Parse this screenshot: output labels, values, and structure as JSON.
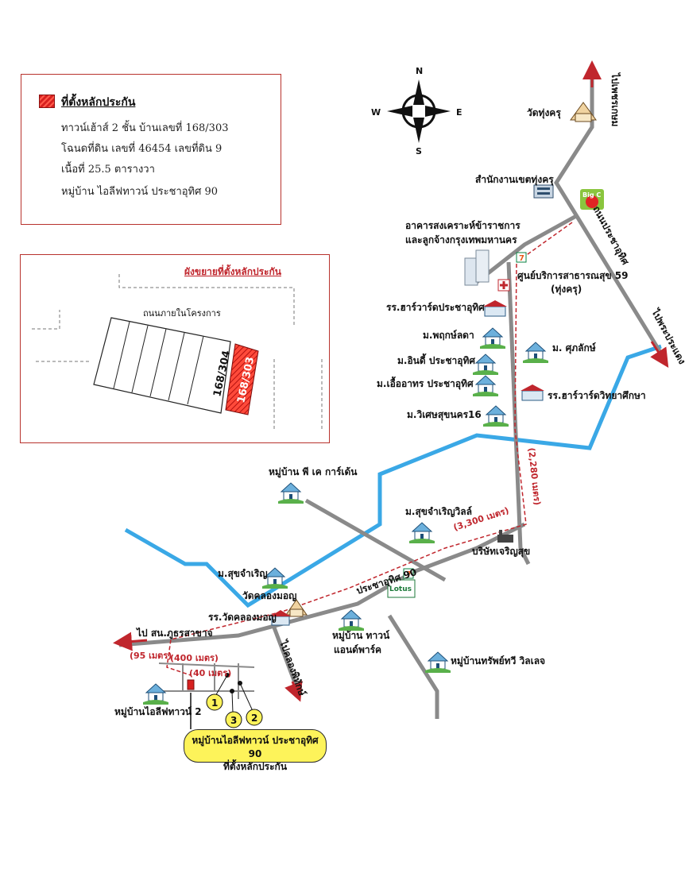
{
  "legend": {
    "title": "ที่ตั้งหลักประกัน",
    "lines": [
      "ทาวน์เฮ้าส์ 2 ชั้น บ้านเลขที่ 168/303",
      "โฉนดที่ดิน เลขที่ 46454 เลขที่ดิน 9",
      "เนื้อที่ 25.5 ตารางวา",
      "หมู่บ้าน ไอลีฟทาวน์ ประชาอุทิศ 90"
    ],
    "swatch_color": "#d7201f"
  },
  "inset": {
    "title": "ผังขยายที่ตั้งหลักประกัน",
    "road_label": "ถนนภายในโครงการ",
    "plot_neighbor": "168/304",
    "plot_target": "168/303"
  },
  "compass": {
    "n": "N",
    "s": "S",
    "e": "E",
    "w": "W"
  },
  "places": {
    "wat_thung_khru": "วัดทุ่งครุ",
    "to_phetkasem": "ไปเพชรเกษม",
    "district_office": "สำนักงานเขตทุ่งครุ",
    "elderly_home_1": "อาคารสงเคราะห์ข้าราชการ",
    "elderly_home_2": "และลูกจ้างกรุงเทพมหานคร",
    "health_center": "ศูนย์บริการสาธารณสุข 59",
    "health_center_sub": "(ทุ่งครุ)",
    "road_prachauthit": "ถนนประชาอุทิศ",
    "to_phra_pradaeng": "ไปพระประแดง",
    "school_prachauthit": "รร.ฮาร์วาร์ดประชาอุทิศ",
    "m_phruksa": "ม.พฤกษ์ลดา",
    "m_sukon": "ม. ศุภลักษ์",
    "m_indy": "ม.อินดี้ ประชาอุทิศ",
    "m_eua": "ม.เอื้ออาทร ประชาอุทิศ",
    "school_witthayasuksa": "รร.ฮาร์วาร์ดวิทยาศึกษา",
    "m_wisetsuk": "ม.วิเศษสุขนคร16",
    "pk_garden": "หมู่บ้าน พี เค การ์เด้น",
    "m_sukjaroen_ville": "ม.สุขจำเริญวิลล์",
    "company": "บริษัทเจริญสุข",
    "m_sukjaroen": "ม.สุขจำเริญ",
    "road_pu90": "ประชาอุทิศ 90",
    "wat_khlong": "วัดคลองมอญ",
    "school_wat_khlong": "รร.วัดคลองมอญ",
    "to_ku_thong": "ไป สน.ภูธรสาขาจ",
    "to_thungkhru_canal": "ไปคลองพิทักษ์",
    "m_townplus_1": "หมู่บ้าน ทาวน์",
    "m_townplus_2": "แอนด์พาร์ค",
    "m_sap_thawi": "หมู่บ้านทรัพย์ทวี วิลเลจ",
    "ilife_2": "หมู่บ้านไอลีฟทาวน์ 2",
    "callout_1": "หมู่บ้านไอลีฟทาวน์ ประชาอุทิศ 90",
    "callout_2": "ที่ตั้งหลักประกัน"
  },
  "distances": {
    "d1": "(2,280 เมตร)",
    "d2": "(3,300 เมตร)",
    "d3": "(95 เมตร)",
    "d4": "(400 เมตร)",
    "d5": "(40 เมตร)"
  },
  "markers": [
    "1",
    "2",
    "3"
  ],
  "store_labels": {
    "bigc": "Big C",
    "lotus": "Lotus",
    "seven": "7"
  },
  "colors": {
    "road": "#8a8a8a",
    "canal": "#3aa8e6",
    "route": "#c0262d",
    "house": "#4a8fc0",
    "frame": "#b8322d",
    "callout": "#fdf35a"
  }
}
